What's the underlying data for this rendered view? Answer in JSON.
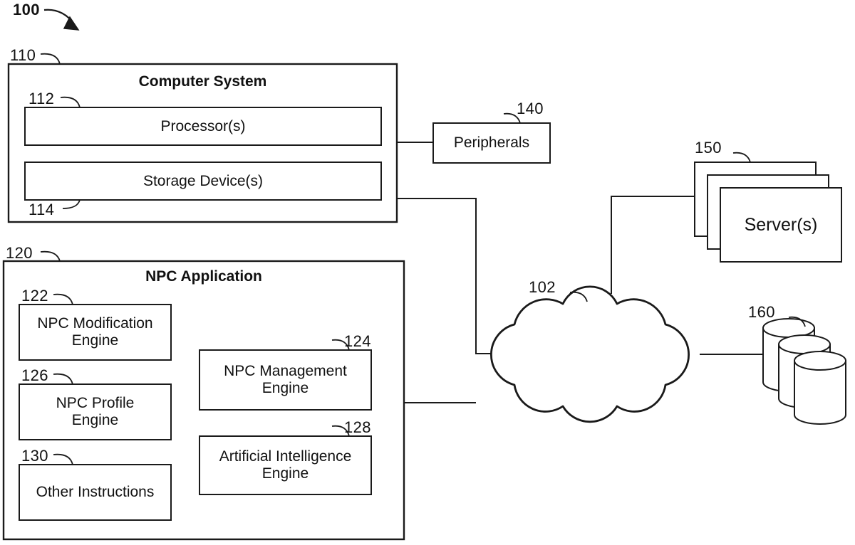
{
  "figure": {
    "ref_number": "100",
    "type": "patent-system-block-diagram"
  },
  "computer_system": {
    "ref": "110",
    "title": "Computer System",
    "processors": {
      "ref": "112",
      "label": "Processor(s)"
    },
    "storage": {
      "ref": "114",
      "label": "Storage Device(s)"
    }
  },
  "npc_application": {
    "ref": "120",
    "title": "NPC Application",
    "modules": [
      {
        "ref": "122",
        "label": "NPC Modification\nEngine"
      },
      {
        "ref": "126",
        "label": "NPC Profile\nEngine"
      },
      {
        "ref": "130",
        "label": "Other Instructions"
      },
      {
        "ref": "124",
        "label": "NPC Management\nEngine"
      },
      {
        "ref": "128",
        "label": "Artificial Intelligence\nEngine"
      }
    ]
  },
  "peripherals": {
    "ref": "140",
    "label": "Peripherals"
  },
  "network": {
    "ref": "102",
    "name": "cloud-network"
  },
  "servers": {
    "ref": "150",
    "label": "Server(s)"
  },
  "databases": {
    "ref": "160",
    "name": "database-stack"
  },
  "colors": {
    "stroke": "#1a1a1a",
    "fill": "#ffffff",
    "text": "#111111"
  }
}
